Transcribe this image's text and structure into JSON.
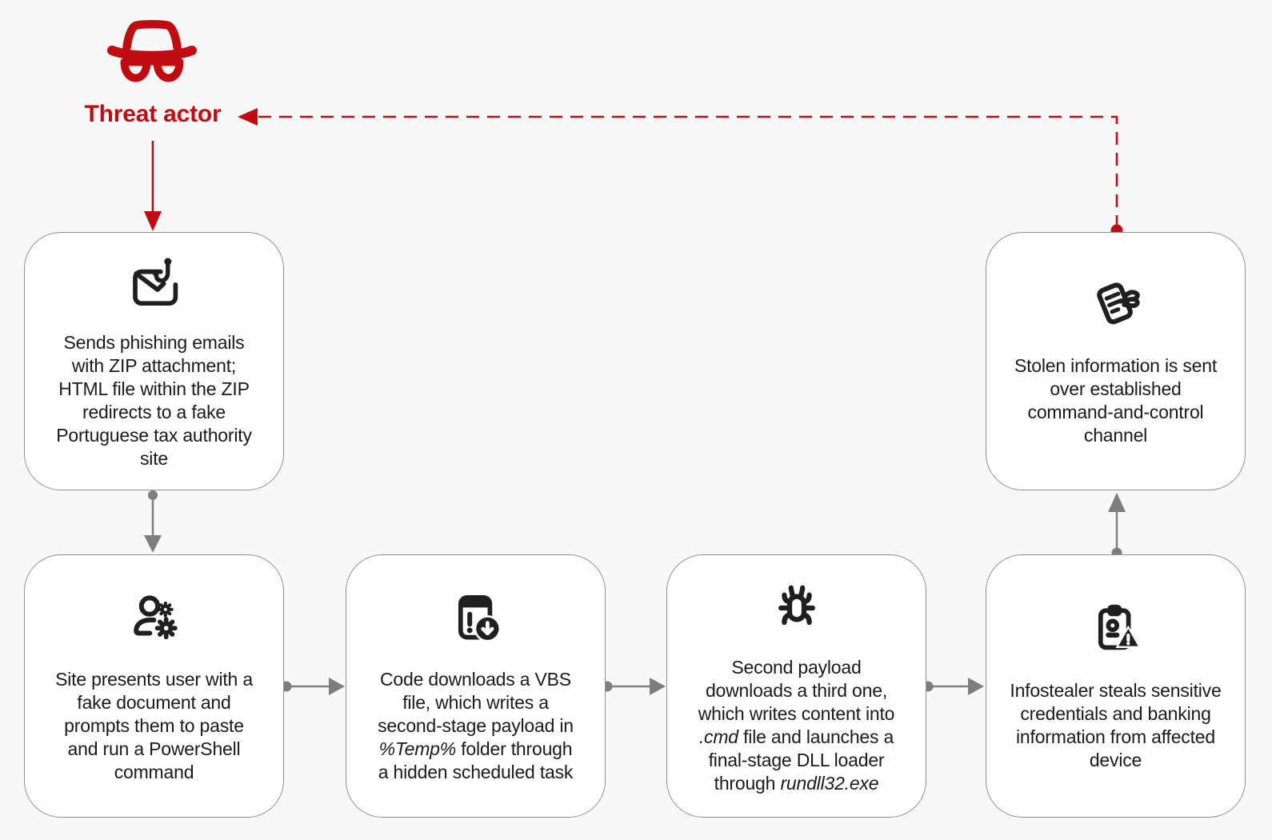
{
  "colors": {
    "accent_red": "#c00c10",
    "connector_gray": "#7e7e7e",
    "box_border": "#8f8f8f",
    "text_color": "#1a1a1a",
    "background": "#f7f8fa",
    "icon_color": "#1f1f1f"
  },
  "threat_actor": {
    "label": "Threat actor",
    "icon": "spy-icon"
  },
  "boxes": [
    {
      "id": "phishing-email",
      "icon": "phishing-email-icon",
      "segments": [
        {
          "t": "Sends phishing emails",
          "br": true
        },
        {
          "t": "with ZIP attachment;",
          "br": true
        },
        {
          "t": "HTML file within the ZIP",
          "br": true
        },
        {
          "t": "redirects to a fake",
          "br": true
        },
        {
          "t": "Portuguese tax authority",
          "br": true
        },
        {
          "t": "site"
        }
      ]
    },
    {
      "id": "fake-site-powershell",
      "icon": "user-settings-icon",
      "segments": [
        {
          "t": "Site presents user with a",
          "br": true
        },
        {
          "t": "fake document and",
          "br": true
        },
        {
          "t": "prompts them to paste",
          "br": true
        },
        {
          "t": "and run a PowerShell",
          "br": true
        },
        {
          "t": "command"
        }
      ]
    },
    {
      "id": "vbs-second-stage",
      "icon": "file-download-alert-icon",
      "segments": [
        {
          "t": "Code downloads a VBS",
          "br": true
        },
        {
          "t": "file, which writes a",
          "br": true
        },
        {
          "t": "second-stage payload in",
          "br": true
        },
        {
          "t": "%Temp%",
          "i": true
        },
        {
          "t": " folder through",
          "br": true
        },
        {
          "t": "a hidden scheduled task"
        }
      ]
    },
    {
      "id": "payload-dll-loader",
      "icon": "bug-icon",
      "segments": [
        {
          "t": "Second payload",
          "br": true
        },
        {
          "t": "downloads a third one,",
          "br": true
        },
        {
          "t": "which writes content into",
          "br": true
        },
        {
          "t": ".cmd",
          "i": true
        },
        {
          "t": " file and launches a",
          "br": true
        },
        {
          "t": "final-stage DLL loader",
          "br": true
        },
        {
          "t": "through "
        },
        {
          "t": "rundll32.exe",
          "i": true
        }
      ]
    },
    {
      "id": "infostealer",
      "icon": "id-card-warning-icon",
      "segments": [
        {
          "t": "Infostealer steals sensitive",
          "br": true
        },
        {
          "t": "credentials and banking",
          "br": true
        },
        {
          "t": "information from affected",
          "br": true
        },
        {
          "t": "device"
        }
      ]
    },
    {
      "id": "c2-exfiltration",
      "icon": "document-exfiltration-icon",
      "segments": [
        {
          "t": "Stolen information is sent",
          "br": true
        },
        {
          "t": "over established",
          "br": true
        },
        {
          "t": "command-and-control",
          "br": true
        },
        {
          "t": "channel"
        }
      ]
    }
  ]
}
